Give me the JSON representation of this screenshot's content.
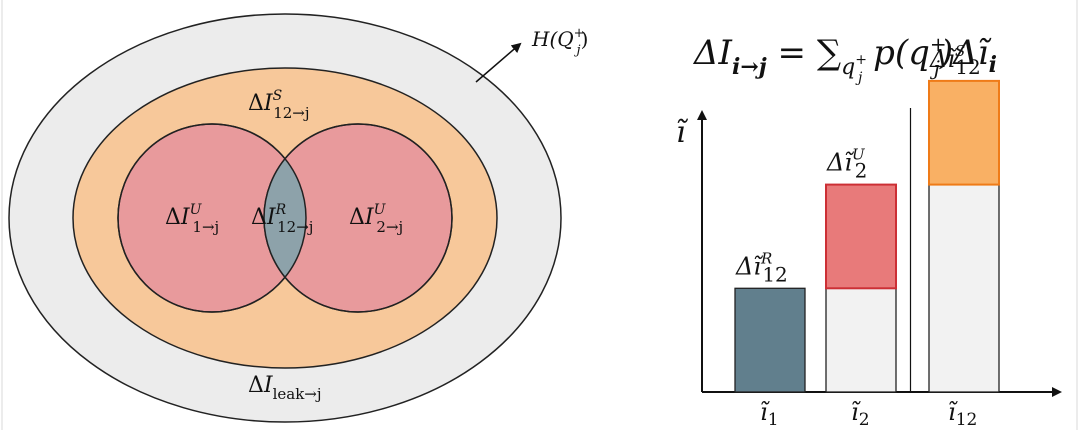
{
  "venn": {
    "outer_label": "H(Q",
    "outer_label_sup": "+",
    "outer_label_sub": "j",
    "outer_label_close": ")",
    "synergy": {
      "delta": "Δ",
      "sym": "I",
      "sup": "S",
      "sub": "12→j"
    },
    "unique1": {
      "delta": "Δ",
      "sym": "I",
      "sup": "U",
      "sub": "1→j"
    },
    "redundant": {
      "delta": "Δ",
      "sym": "I",
      "sup": "R",
      "sub": "12→j"
    },
    "unique2": {
      "delta": "Δ",
      "sym": "I",
      "sup": "U",
      "sub": "2→j"
    },
    "leak": {
      "delta": "Δ",
      "sym": "I",
      "sub": "leak→j"
    },
    "colors": {
      "outer_fill": "#ececec",
      "synergy_fill": "#f7c89a",
      "unique_fill": "#e89a9c",
      "redundant_fill": "#8da2aa",
      "stroke": "#222222"
    }
  },
  "formula": {
    "lhs": "ΔI",
    "lhs_sub": "i→j",
    "eq": " = ∑",
    "sum_sub": "q",
    "sum_sub_sup": "+",
    "sum_sub_sub": "j",
    "mid": " p(q",
    "mid_sup": "+",
    "mid_sub": "j",
    "rhs": ")Δĩ",
    "rhs_sub": "i"
  },
  "chart_data": {
    "type": "bar",
    "stacked": true,
    "y_axis_label": "ĩ",
    "categories": [
      {
        "base": "ĩ",
        "sub": "1"
      },
      {
        "base": "ĩ",
        "sub": "2"
      },
      {
        "base": "ĩ",
        "sub": "12"
      }
    ],
    "series": [
      {
        "label": {
          "delta": "Δĩ",
          "sup": "R",
          "sub": "12"
        },
        "color": "#617f8d",
        "values": [
          1,
          0,
          0
        ]
      },
      {
        "color": "#f2f2f2",
        "values": [
          0,
          1,
          2
        ]
      },
      {
        "label": {
          "delta": "Δĩ",
          "sup": "U",
          "sub": "2"
        },
        "color": "#e87a7a",
        "stroke": "#cc2f35",
        "values": [
          0,
          1,
          0
        ]
      },
      {
        "label": {
          "delta": "Δĩ",
          "sup": "S",
          "sub": "12"
        },
        "color": "#f9b064",
        "stroke": "#ef7b18",
        "values": [
          0,
          0,
          1
        ]
      }
    ],
    "ylim": [
      0,
      2.7
    ],
    "separator_between": [
      1,
      2
    ]
  }
}
